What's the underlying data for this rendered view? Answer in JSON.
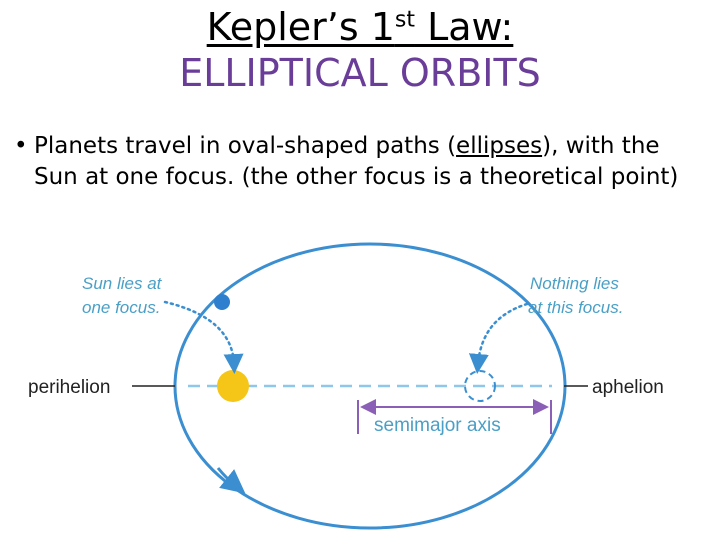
{
  "title": {
    "line1_pre": "Kepler’s 1",
    "line1_sup": "st",
    "line1_post": " Law:",
    "line2": "ELLIPTICAL ORBITS"
  },
  "bullet": {
    "marker": "•",
    "text_before": "Planets travel in oval-shaped paths (",
    "text_underlined": "ellipses",
    "text_after": "), with the Sun at one focus. (the other focus is a theoretical point)"
  },
  "diagram": {
    "sun_label_1": "Sun lies at",
    "sun_label_2": "one focus.",
    "empty_label_1": "Nothing lies",
    "empty_label_2": "at this focus.",
    "perihelion": "perihelion",
    "aphelion": "aphelion",
    "semimajor": "semimajor axis",
    "colors": {
      "orbit": "#3b8fd1",
      "sun": "#f5c518",
      "text": "#4a9fc6",
      "axis": "#8a5fb5"
    }
  }
}
